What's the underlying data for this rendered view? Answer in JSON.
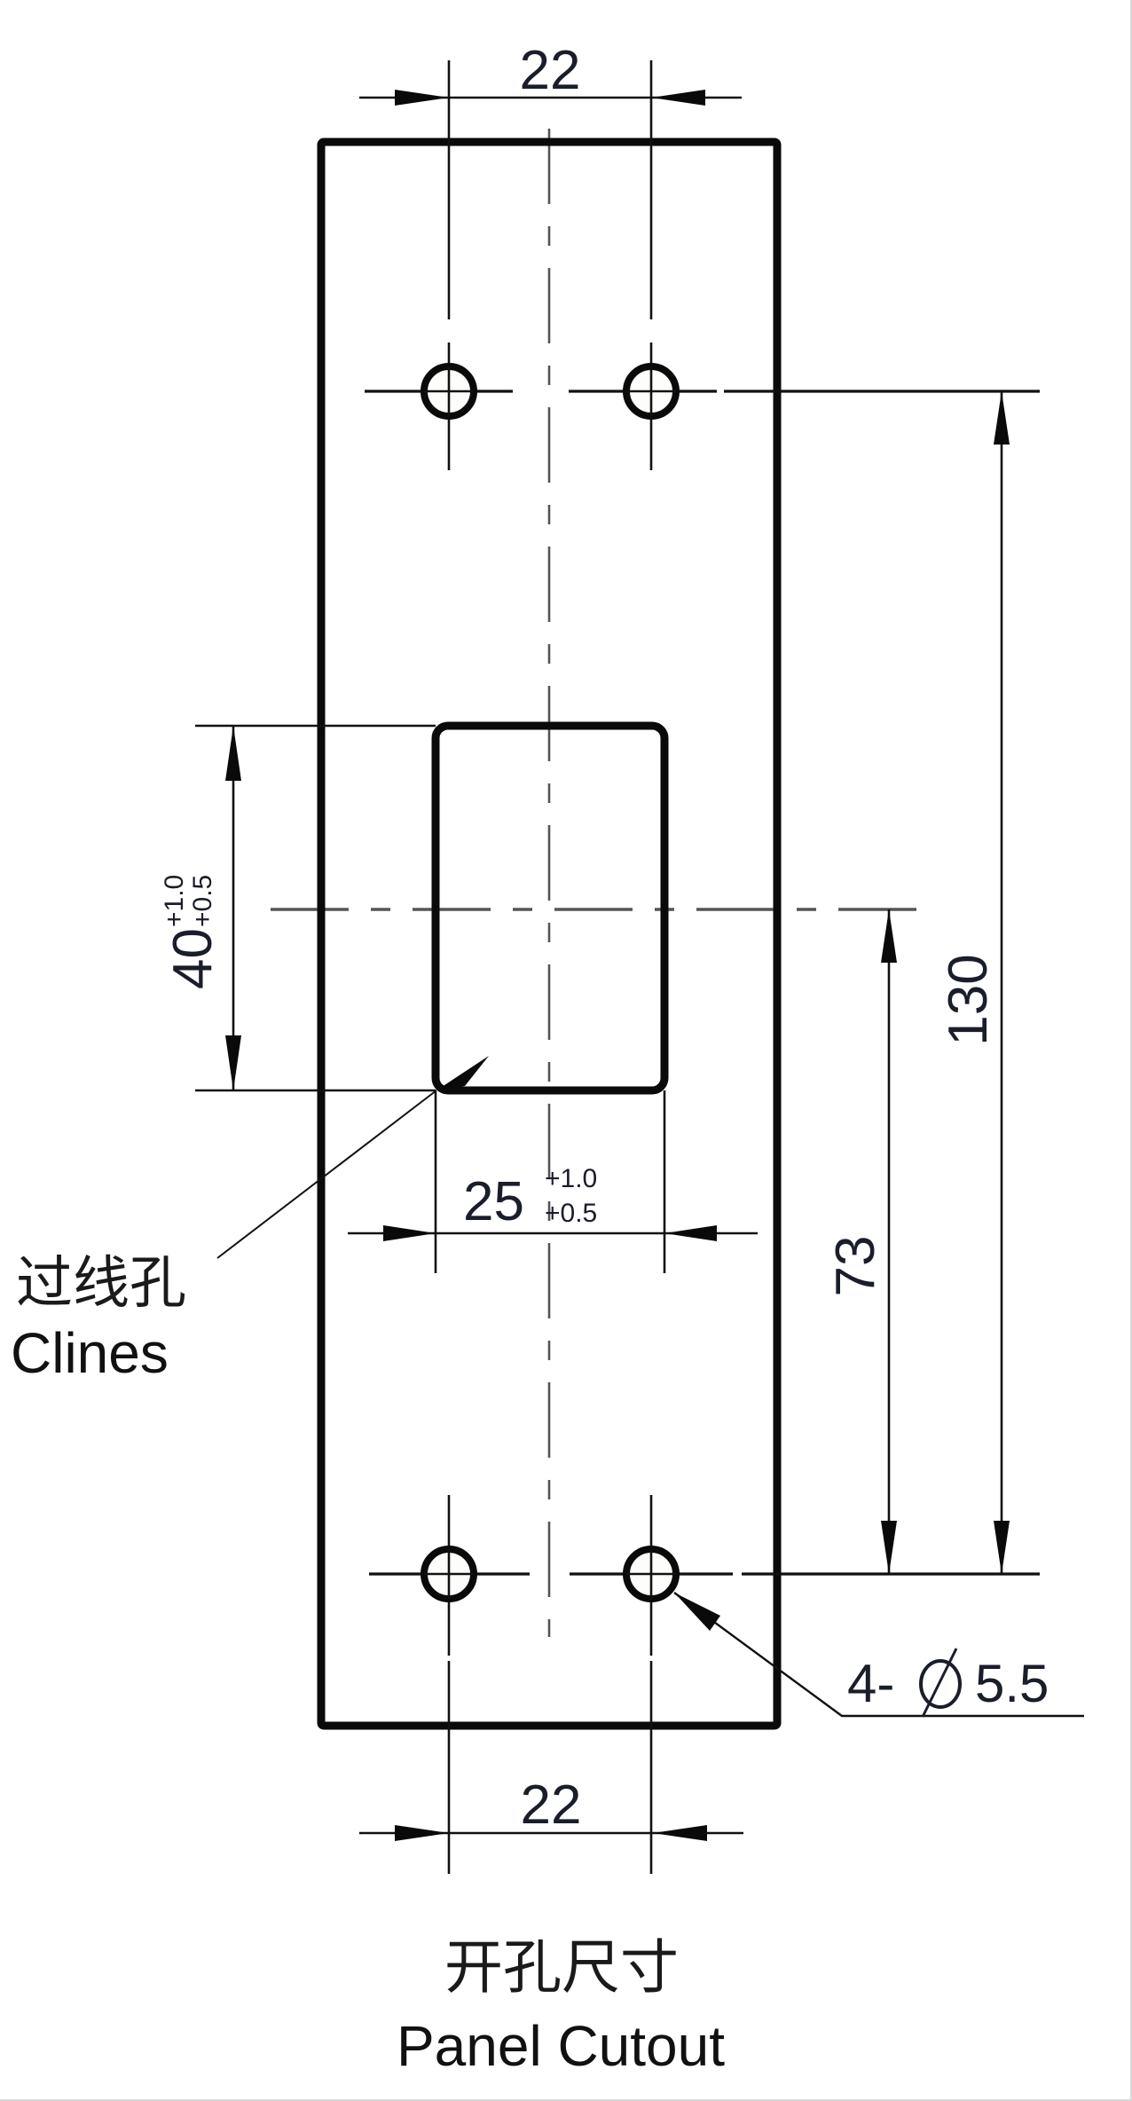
{
  "drawing": {
    "title_cn": "开孔尺寸",
    "title_en": "Panel Cutout",
    "dimensions": {
      "top_hole_spacing": "22",
      "bottom_hole_spacing": "22",
      "slot_height": "40",
      "slot_height_tol_upper": "+1.0",
      "slot_height_tol_lower": "+0.5",
      "slot_width": "25",
      "slot_width_tol_upper": "+1.0",
      "slot_width_tol_lower": "+0.5",
      "slot_center_to_hole": "73",
      "hole_to_hole_vertical": "130",
      "hole_callout": "4-Ø5.5",
      "hole_callout_prefix": "4-",
      "hole_callout_symbol": "Ø",
      "hole_callout_value": "5.5"
    },
    "labels": {
      "cable_hole_cn": "过线孔",
      "cable_hole_en": "Clines"
    },
    "colors": {
      "line": "#0a0a0a",
      "centerline": "#555555",
      "text": "#1a1d2a",
      "background": "#ffffff"
    }
  }
}
